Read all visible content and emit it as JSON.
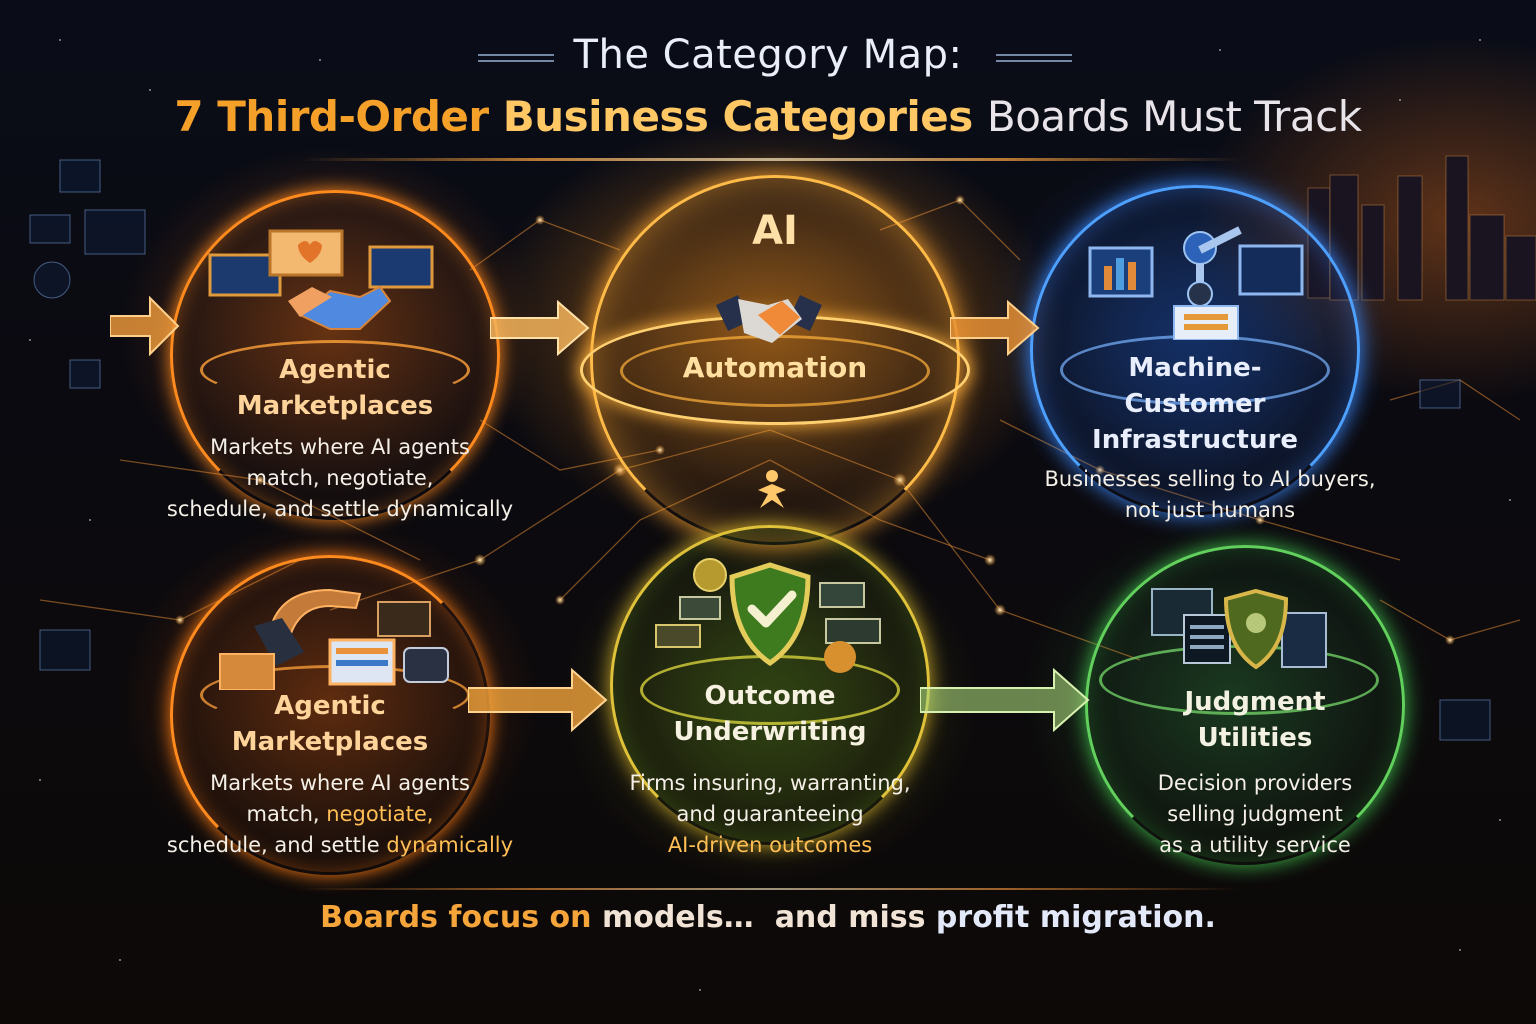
{
  "title": {
    "line1": "The Category Map:",
    "line2_part1": "7 Third-Order",
    "line2_part2": "Business Categories",
    "line2_part3": "Boards Must Track"
  },
  "hubs": [
    {
      "id": "agentic-marketplaces-top",
      "title_line1": "Agentic",
      "title_line2": "Marketplaces",
      "desc_line1": "Markets where AI agents",
      "desc_line2": "match, negotiate,",
      "desc_line3": "schedule, and settle dynamically",
      "theme_color": "#f08a1e",
      "icon": "handshake-icon"
    },
    {
      "id": "ai-automation",
      "label_top": "AI",
      "title_line1": "Automation",
      "theme_color": "#ffb23c",
      "icon": "handshake-icon"
    },
    {
      "id": "machine-customer-infrastructure",
      "title_line1": "Machine-",
      "title_line2": "Customer",
      "title_line3": "Infrastructure",
      "desc_line1": "Businesses selling to AI buyers,",
      "desc_line2": "not just humans",
      "theme_color": "#3d8bff",
      "icon": "robot-arm-icon"
    },
    {
      "id": "agentic-marketplaces-bottom",
      "title_line1": "Agentic",
      "title_line2": "Marketplaces",
      "desc_line1": "Markets where AI agents",
      "desc_line2_a": "match, ",
      "desc_line2_b": "negotiate,",
      "desc_line3_a": "schedule, and settle ",
      "desc_line3_b": "dynamically",
      "theme_color": "#ee7d1a",
      "icon": "robot-arm-icon"
    },
    {
      "id": "outcome-underwriting",
      "title_line1": "Outcome",
      "title_line2": "Underwriting",
      "desc_line1": "Firms insuring, warranting,",
      "desc_line2": "and guaranteeing",
      "desc_line3": "AI-driven outcomes",
      "theme_color": "#c9c52a",
      "icon": "shield-check-icon"
    },
    {
      "id": "judgment-utilities",
      "title_line1": "Judgment",
      "title_line2": "Utilities",
      "desc_line1": "Decision providers",
      "desc_line2": "selling judgment",
      "desc_line3": "as a utility service",
      "theme_color": "#5ccc5a",
      "icon": "shield-icon"
    }
  ],
  "footer": {
    "part1": "Boards focus on",
    "part2": "models…",
    "part3": "and miss",
    "part4": "profit migration."
  },
  "colors": {
    "title_orange": "#f5a029",
    "title_gold": "#ffc864",
    "orange": "#f08a1e",
    "blue": "#3d8bff",
    "olive_green": "#c9c52a",
    "green": "#5ccc5a",
    "background": "#05070d"
  }
}
